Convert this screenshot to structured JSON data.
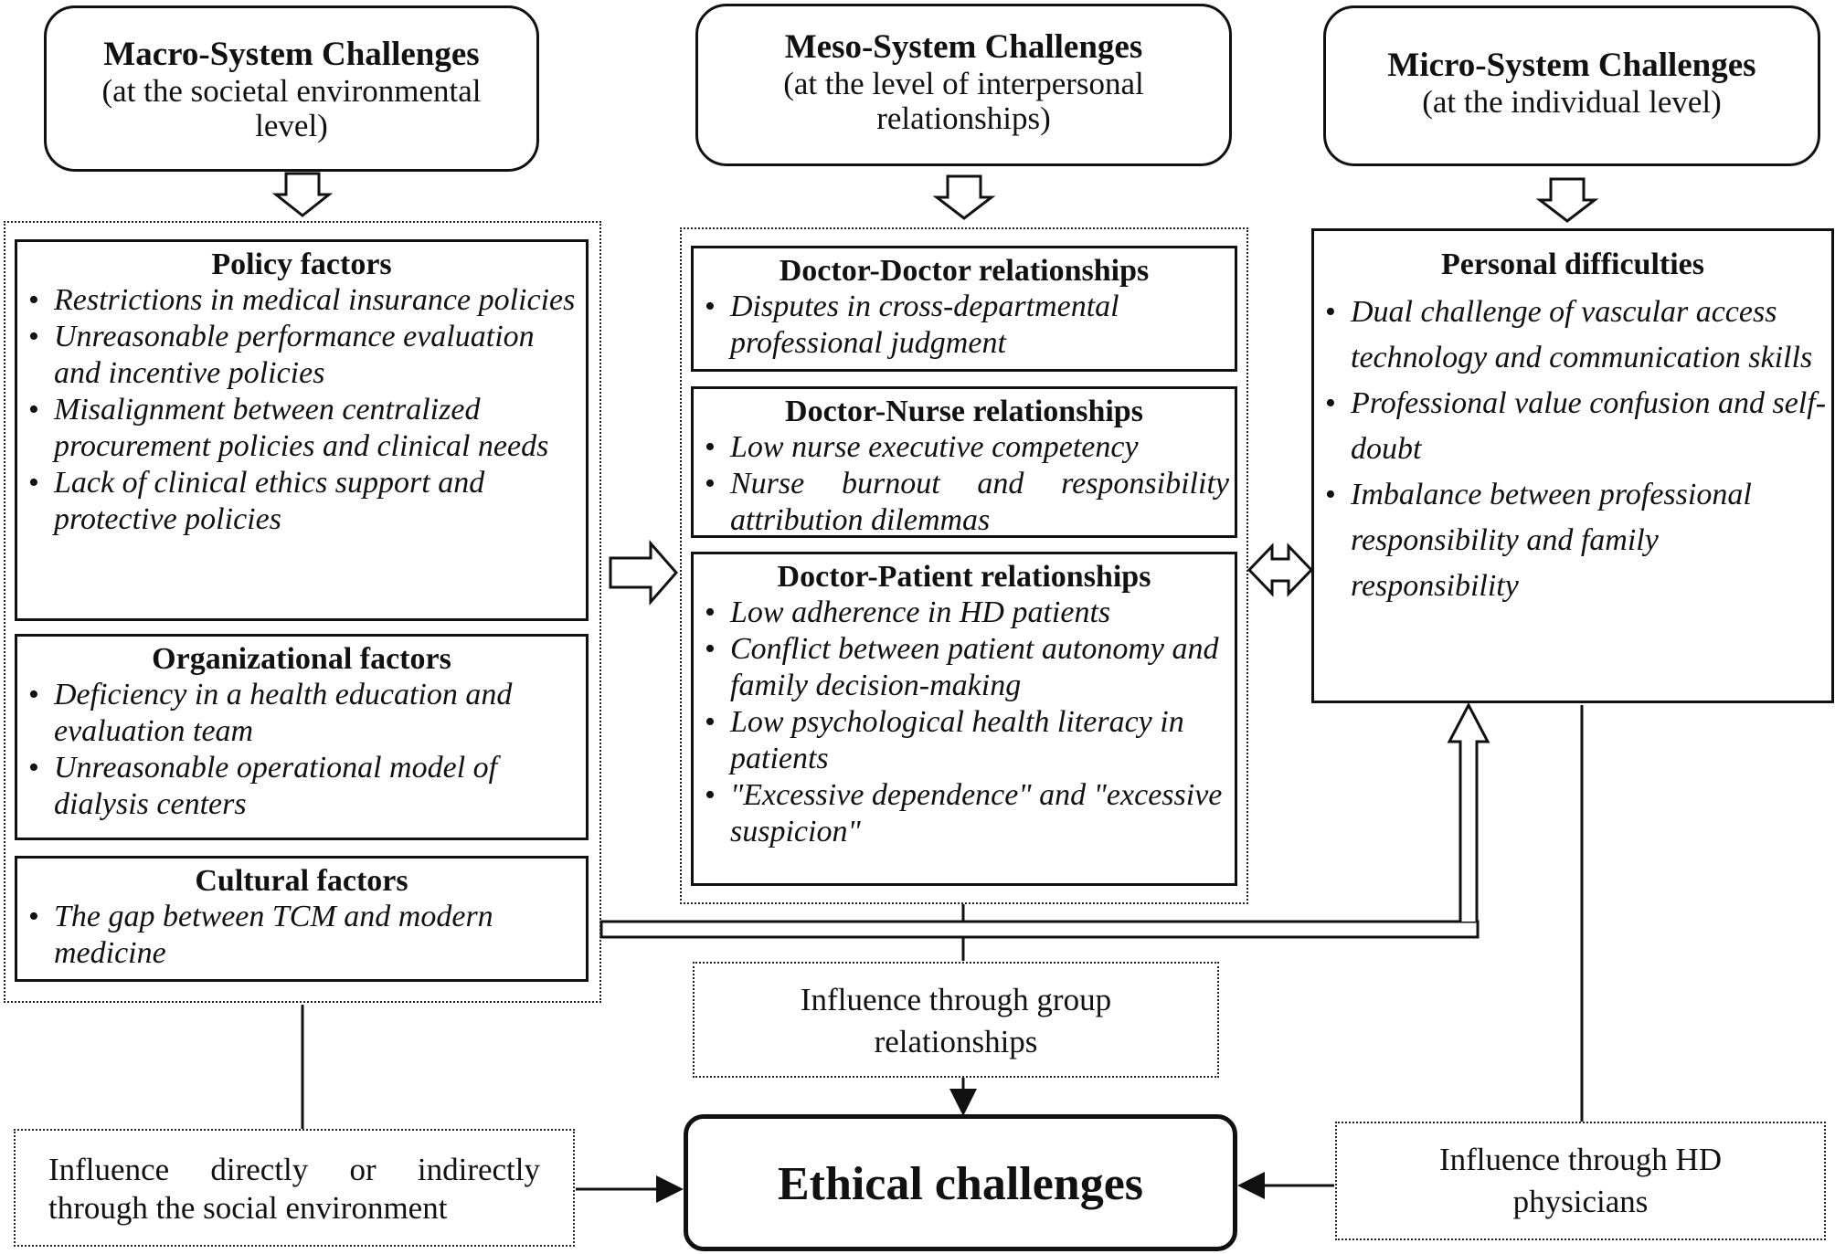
{
  "macro": {
    "title": "Macro-System Challenges",
    "subtitle": "(at the societal environmental level)",
    "policy": {
      "heading": "Policy factors",
      "items": [
        "Restrictions in medical insurance policies",
        "Unreasonable performance evaluation and incentive policies",
        "Misalignment between centralized procurement policies and clinical needs",
        "Lack of clinical ethics support and protective policies"
      ]
    },
    "organizational": {
      "heading": "Organizational factors",
      "items": [
        "Deficiency in a health education and evaluation team",
        "Unreasonable operational model of dialysis centers"
      ]
    },
    "cultural": {
      "heading": "Cultural factors",
      "items": [
        "The gap between TCM and modern medicine"
      ]
    },
    "influence": "Influence directly or indirectly through the social environment"
  },
  "meso": {
    "title": "Meso-System Challenges",
    "subtitle": "(at the level of interpersonal relationships)",
    "doctor_doctor": {
      "heading": "Doctor-Doctor relationships",
      "items": [
        "Disputes in cross-departmental professional judgment"
      ]
    },
    "doctor_nurse": {
      "heading": "Doctor-Nurse relationships",
      "items": [
        "Low nurse executive competency",
        "Nurse burnout and responsibility attribution dilemmas"
      ]
    },
    "doctor_patient": {
      "heading": "Doctor-Patient relationships",
      "items": [
        "Low adherence in HD patients",
        "Conflict between patient autonomy and family decision-making",
        "Low psychological health literacy in patients",
        "\"Excessive dependence\" and \"excessive suspicion\""
      ]
    },
    "influence": "Influence through group relationships"
  },
  "micro": {
    "title": "Micro-System Challenges",
    "subtitle": "(at the individual level)",
    "personal": {
      "heading": "Personal difficulties",
      "items": [
        "Dual challenge of vascular access technology and communication skills",
        "Professional value confusion and self-doubt",
        "Imbalance between professional responsibility and family responsibility"
      ]
    },
    "influence": "Influence through HD physicians"
  },
  "ethical": "Ethical challenges",
  "bullet": "•"
}
